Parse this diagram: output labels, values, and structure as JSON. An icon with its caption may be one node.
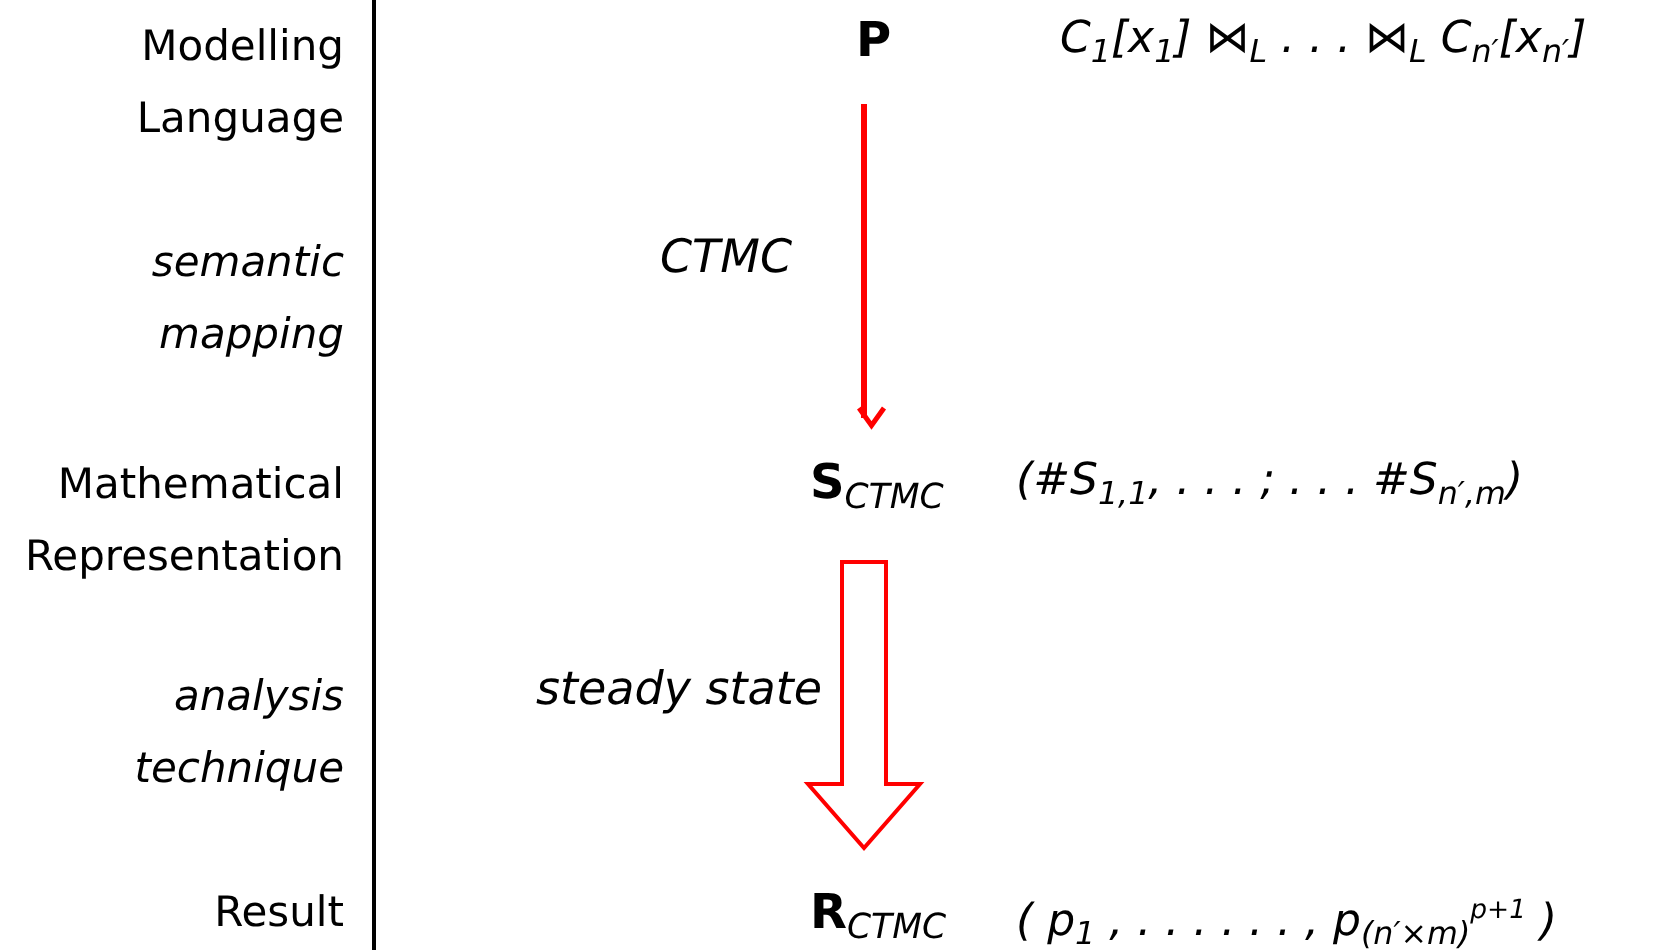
{
  "diagram": {
    "nodes": [
      {
        "text": [
          "**P**"
        ],
        "beside": [
          "C$_{1}$[x$_{1}$] ⋈$_{L}$ . . . ⋈$_{L}$ C$_{n′}$[x$_{n′}$]"
        ]
      },
      {
        "text": [
          "**S**$_{CTMC}$"
        ],
        "beside": [
          "(#S$_{1,1}$, . . . ; . . . #S$_{n′,m}$)"
        ]
      },
      {
        "text": [
          "**R**$_{CTMC}$"
        ],
        "beside": [
          "( p$_{1}$ , . . . . . . , p$_{(n′×m)}$$^{p+1}$ )"
        ]
      }
    ],
    "edges": [
      {
        "from": 0,
        "to": 1,
        "arrow": "to",
        "label": "CTMC",
        "color": "#ff0000"
      },
      {
        "from": 1,
        "to": 2,
        "arrow": "to",
        "label": "steady state",
        "style": "thick",
        "color": "#ff0000"
      }
    ],
    "labels": [
      "Modelling Language",
      "semantic mapping",
      "Mathematical Representation",
      "analysis technique",
      "Result"
    ]
  }
}
